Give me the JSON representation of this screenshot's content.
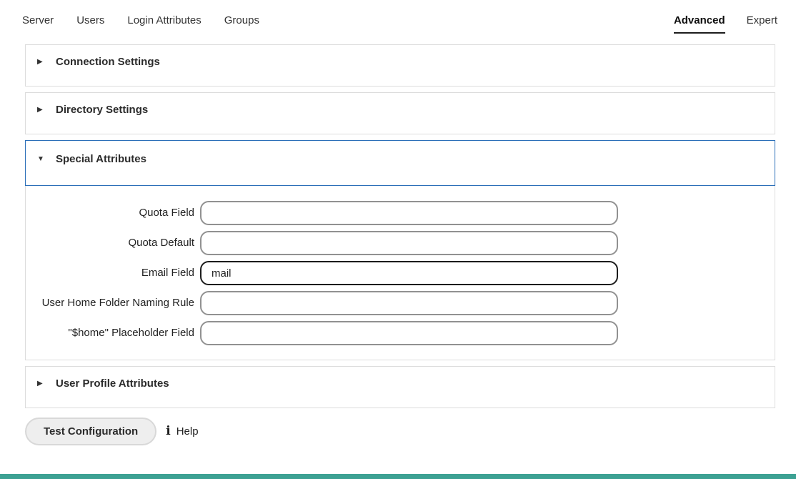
{
  "tabs": {
    "left": [
      {
        "label": "Server"
      },
      {
        "label": "Users"
      },
      {
        "label": "Login Attributes"
      },
      {
        "label": "Groups"
      }
    ],
    "right": [
      {
        "label": "Advanced",
        "active": true
      },
      {
        "label": "Expert",
        "active": false
      }
    ]
  },
  "sections": {
    "connection": {
      "title": "Connection Settings",
      "expanded": false,
      "marker": "▶"
    },
    "directory": {
      "title": "Directory Settings",
      "expanded": false,
      "marker": "▶"
    },
    "special": {
      "title": "Special Attributes",
      "expanded": true,
      "marker": "▼"
    },
    "profile": {
      "title": "User Profile Attributes",
      "expanded": false,
      "marker": "▶"
    }
  },
  "special_fields": [
    {
      "label": "Quota Field",
      "value": ""
    },
    {
      "label": "Quota Default",
      "value": ""
    },
    {
      "label": "Email Field",
      "value": "mail",
      "focused": true
    },
    {
      "label": "User Home Folder Naming Rule",
      "value": ""
    },
    {
      "label": "\"$home\" Placeholder Field",
      "value": ""
    }
  ],
  "footer": {
    "test_button_label": "Test Configuration",
    "help_icon": "i",
    "help_label": "Help"
  },
  "colors": {
    "accent_border": "#2b6fb8",
    "focused_input_border": "#1b1b1b",
    "bottom_bar": "#3da193"
  }
}
